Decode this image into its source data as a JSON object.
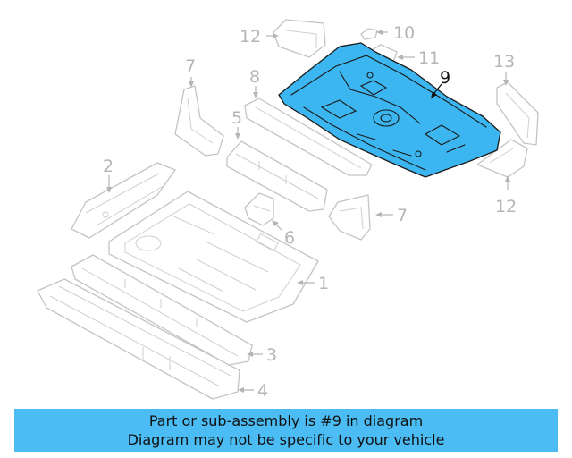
{
  "callouts": [
    {
      "id": "1",
      "text": "1"
    },
    {
      "id": "2",
      "text": "2"
    },
    {
      "id": "3",
      "text": "3"
    },
    {
      "id": "4",
      "text": "4"
    },
    {
      "id": "5",
      "text": "5"
    },
    {
      "id": "6",
      "text": "6"
    },
    {
      "id": "7a",
      "text": "7"
    },
    {
      "id": "7b",
      "text": "7"
    },
    {
      "id": "8",
      "text": "8"
    },
    {
      "id": "9",
      "text": "9"
    },
    {
      "id": "10",
      "text": "10"
    },
    {
      "id": "11",
      "text": "11"
    },
    {
      "id": "12a",
      "text": "12"
    },
    {
      "id": "12b",
      "text": "12"
    },
    {
      "id": "13",
      "text": "13"
    }
  ],
  "highlight": {
    "part_number": "9",
    "fill_color": "#3cb6f0"
  },
  "banner": {
    "line1": "Part or sub-assembly is #9 in diagram",
    "line2": "Diagram may not be specific to your vehicle",
    "background": "#4bbcf4"
  }
}
